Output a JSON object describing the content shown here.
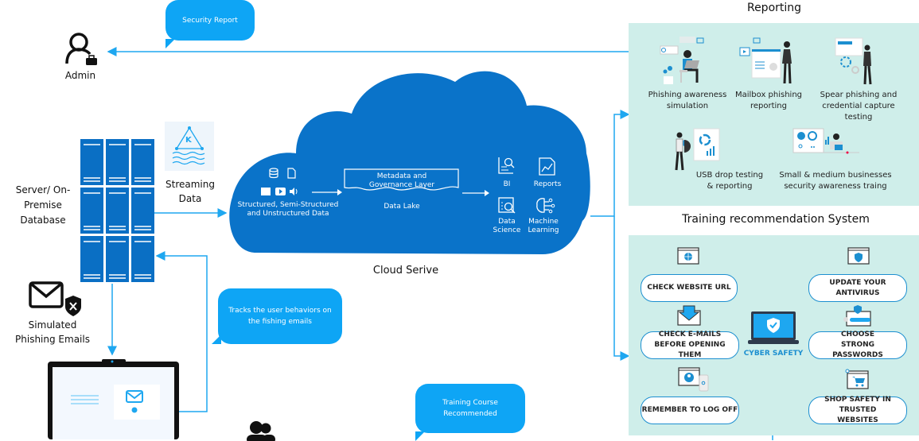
{
  "admin": {
    "label": "Admin",
    "icon": "admin-user-icon"
  },
  "bubbles": {
    "security_report": "Security Report",
    "tracks": "Tracks the user behaviors on the fishing emails",
    "training_course": "Training Course Recommended"
  },
  "server": {
    "label": "Server/ On-Premise Database"
  },
  "streaming": {
    "label": "Streaming Data",
    "icon_letter": "K"
  },
  "simulated": {
    "label": "Simulated Phishing Emails"
  },
  "cloud": {
    "label": "Cloud Serive",
    "sources_label": "Structured, Semi-Structured and Unstructured Data",
    "layer_label": "Metadata and Governance Layer",
    "lake_label": "Data Lake",
    "outputs": [
      {
        "label": "BI",
        "icon": "bi-search-icon"
      },
      {
        "label": "Reports",
        "icon": "report-chart-icon"
      },
      {
        "label": "Data Science",
        "icon": "data-science-icon"
      },
      {
        "label": "Machine Learning",
        "icon": "machine-learning-brain-icon"
      }
    ]
  },
  "reporting": {
    "title": "Reporting",
    "items": [
      {
        "label": "Phishing awareness simulation"
      },
      {
        "label": "Mailbox phishing reporting"
      },
      {
        "label": "Spear phishing and credential capture testing"
      },
      {
        "label": "USB drop testing & reporting"
      },
      {
        "label": "Small & medium businesses security awareness traing"
      }
    ]
  },
  "training": {
    "title": "Training recommendation System",
    "center_label": "CYBER SAFETY",
    "items": [
      {
        "label": "CHECK WEBSITE URL"
      },
      {
        "label": "UPDATE YOUR ANTIVIRUS"
      },
      {
        "label": "CHECK E-MAILS BEFORE OPENING THEM"
      },
      {
        "label": "CHOOSE STRONG PASSWORDS"
      },
      {
        "label": "REMEMBER TO LOG OFF"
      },
      {
        "label": "SHOP SAFETY IN TRUSTED WEBSITES"
      }
    ]
  },
  "colors": {
    "arrow": "#1ea7f0",
    "cloud": "#0a73c9",
    "bubble": "#0ea5f5",
    "panel": "#cfeeea",
    "server": "#0a6fc4"
  }
}
